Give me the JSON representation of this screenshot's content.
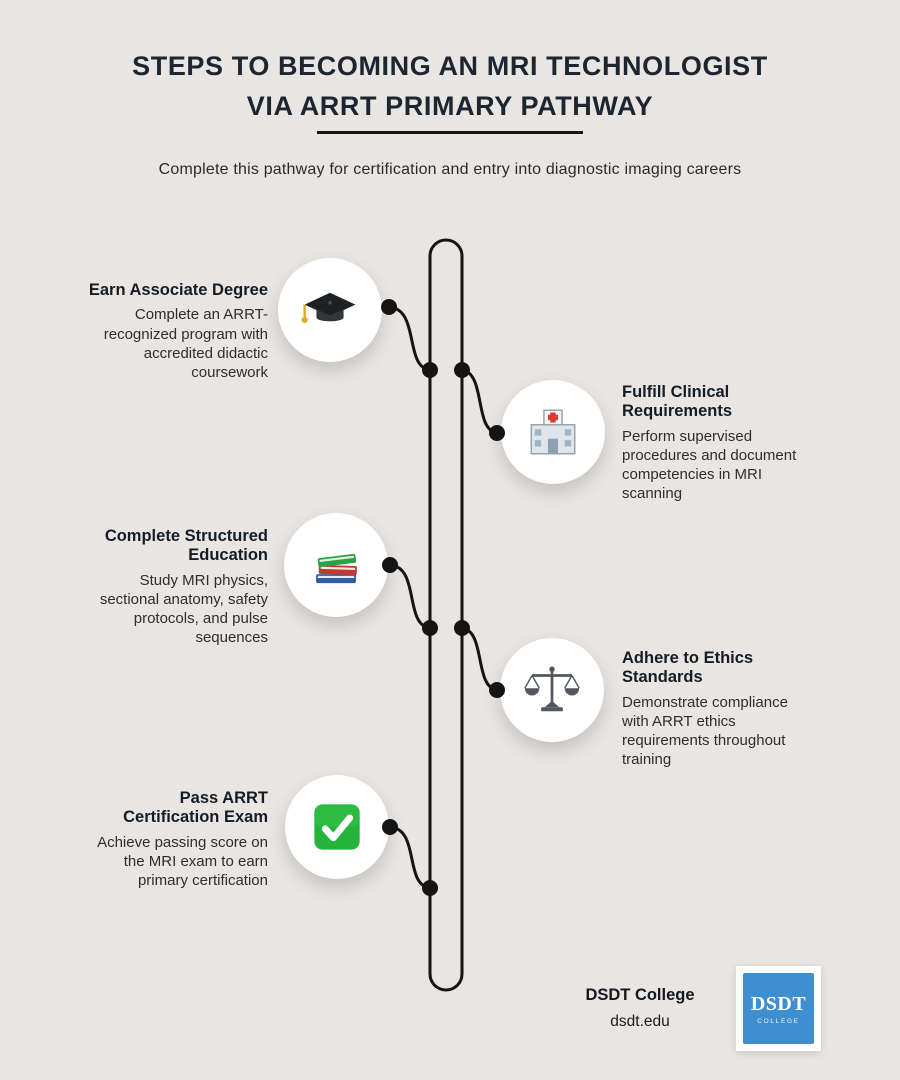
{
  "header": {
    "title_line1": "STEPS TO BECOMING AN MRI TECHNOLOGIST",
    "title_line2": "VIA ARRT PRIMARY PATHWAY",
    "subtitle": "Complete this pathway for certification and entry into diagnostic imaging careers"
  },
  "steps": [
    {
      "title": "Earn Associate Degree",
      "description": "Complete an ARRT-recognized program with accredited didactic coursework",
      "icon": "graduation-cap-icon",
      "side": "left"
    },
    {
      "title": "Fulfill Clinical Requirements",
      "description": "Perform supervised procedures and document competencies in MRI scanning",
      "icon": "hospital-icon",
      "side": "right"
    },
    {
      "title": "Complete Structured Education",
      "description": "Study MRI physics, sectional anatomy, safety protocols, and pulse sequences",
      "icon": "books-icon",
      "side": "left"
    },
    {
      "title": "Adhere to Ethics Standards",
      "description": "Demonstrate compliance with ARRT ethics requirements throughout training",
      "icon": "balance-scale-icon",
      "side": "right"
    },
    {
      "title": "Pass ARRT Certification Exam",
      "description": "Achieve passing score on the MRI exam to earn primary certification",
      "icon": "check-mark-icon",
      "side": "left"
    }
  ],
  "footer": {
    "org_name": "DSDT College",
    "website": "dsdt.edu",
    "logo_line1": "DSDT",
    "logo_line2": "COLLEGE"
  },
  "colors": {
    "background": "#e9e5e2",
    "title_text": "#1d2530",
    "body_text": "#2e2e2e",
    "timeline": "#141414",
    "logo_blue": "#3f8ed0",
    "check_green": "#25b33c",
    "cross_red": "#d93a2b",
    "tassel_gold": "#e3a82c"
  }
}
